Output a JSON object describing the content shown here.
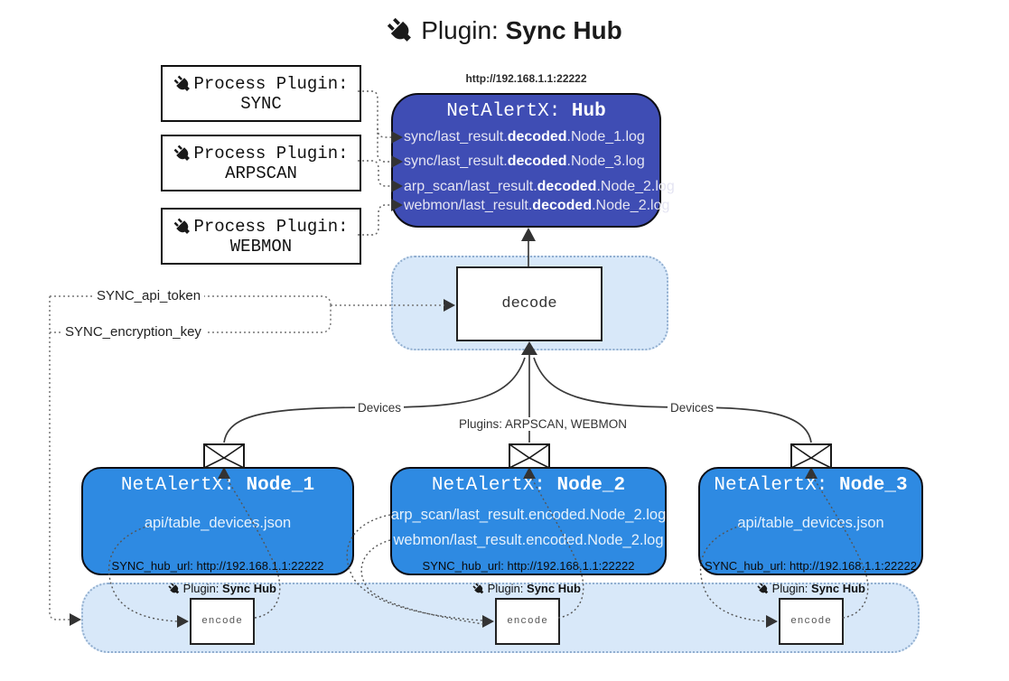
{
  "title": {
    "pre": "Plugin: ",
    "bold": "Sync Hub"
  },
  "process_plugins": [
    {
      "line1": "Process Plugin:",
      "name": "SYNC"
    },
    {
      "line1": "Process Plugin:",
      "name": "ARPSCAN"
    },
    {
      "line1": "Process Plugin:",
      "name": "WEBMON"
    }
  ],
  "hub": {
    "url": "http://192.168.1.1:22222",
    "title": {
      "pre": "NetAlertX: ",
      "bold": "Hub"
    },
    "lines": [
      {
        "pre": "sync/last_result.",
        "bold": "decoded",
        "post": ".Node_1.log"
      },
      {
        "pre": "sync/last_result.",
        "bold": "decoded",
        "post": ".Node_3.log"
      },
      {
        "pre": "arp_scan/last_result.",
        "bold": "decoded",
        "post": ".Node_2.log"
      },
      {
        "pre": "webmon/last_result.",
        "bold": "decoded",
        "post": ".Node_2.log"
      }
    ]
  },
  "decode": {
    "label": "decode"
  },
  "config": {
    "api_token": "SYNC_api_token",
    "encryption_key": "SYNC_encryption_key"
  },
  "edges": {
    "devices_left": "Devices",
    "plugins_mid": "Plugins: ARPSCAN, WEBMON",
    "devices_right": "Devices"
  },
  "nodes": [
    {
      "title": {
        "pre": "NetAlertX: ",
        "bold": "Node_1"
      },
      "lines": [
        "api/table_devices.json"
      ],
      "hub_url": "SYNC_hub_url: http://192.168.1.1:22222"
    },
    {
      "title": {
        "pre": "NetAlertX: ",
        "bold": "Node_2"
      },
      "lines": [
        "arp_scan/last_result.encoded.Node_2.log",
        "webmon/last_result.encoded.Node_2.log"
      ],
      "hub_url": "SYNC_hub_url: http://192.168.1.1:22222"
    },
    {
      "title": {
        "pre": "NetAlertX: ",
        "bold": "Node_3"
      },
      "lines": [
        "api/table_devices.json"
      ],
      "hub_url": "SYNC_hub_url: http://192.168.1.1:22222"
    }
  ],
  "encode_band": {
    "sections": [
      {
        "label": {
          "pre": "Plugin: ",
          "bold": "Sync Hub"
        },
        "box": "encode"
      },
      {
        "label": {
          "pre": "Plugin: ",
          "bold": "Sync Hub"
        },
        "box": "encode"
      },
      {
        "label": {
          "pre": "Plugin: ",
          "bold": "Sync Hub"
        },
        "box": "encode"
      }
    ]
  },
  "icons": {
    "plug": "plug-icon",
    "envelope": "envelope-icon"
  },
  "colors": {
    "hub_bg": "#3f4db4",
    "node_bg": "#2e8ae2",
    "zone_bg": "#d8e8f9",
    "zone_border": "#91aecf",
    "box_border": "#111111",
    "connector": "#3a3a3a"
  }
}
